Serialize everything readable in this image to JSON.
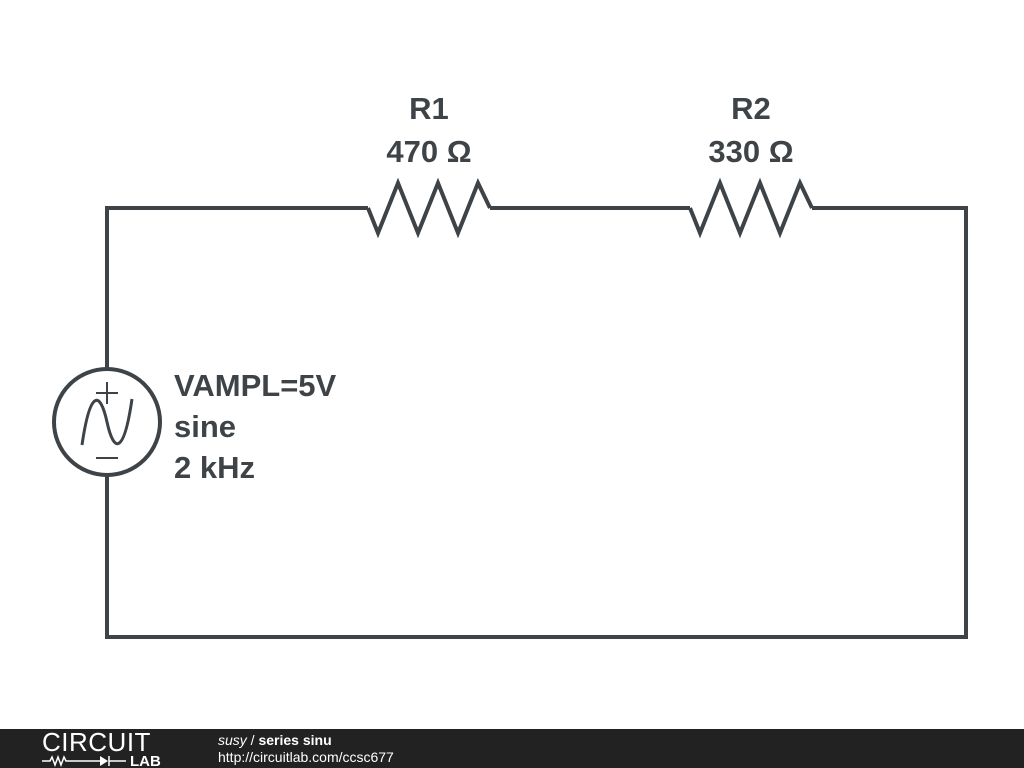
{
  "components": {
    "r1": {
      "name": "R1",
      "value": "470 Ω"
    },
    "r2": {
      "name": "R2",
      "value": "330 Ω"
    },
    "source": {
      "amplitude": "VAMPL=5V",
      "waveform": "sine",
      "frequency": "2 kHz"
    }
  },
  "footer": {
    "logo_top": "CIRCUIT",
    "logo_bottom": "LAB",
    "author": "susy",
    "separator": " / ",
    "title": "series sinu",
    "url": "http://circuitlab.com/ccsc677"
  },
  "colors": {
    "wire": "#3d4347",
    "footer_bg": "#222222",
    "footer_text": "#ffffff"
  }
}
